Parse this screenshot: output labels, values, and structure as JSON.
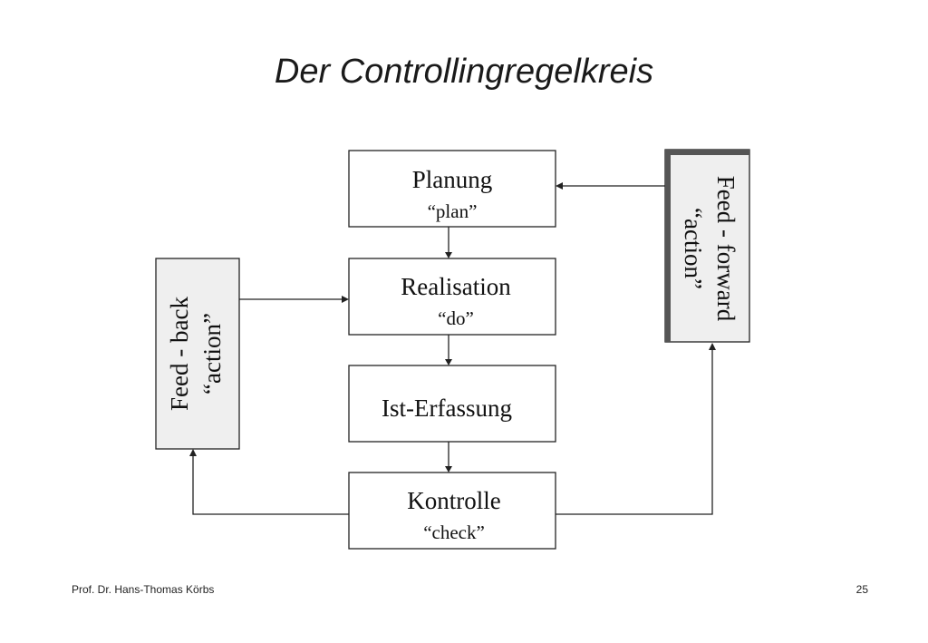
{
  "title": "Der Controllingregelkreis",
  "boxes": {
    "planung": {
      "label": "Planung",
      "sub": "“plan”"
    },
    "realisation": {
      "label": "Realisation",
      "sub": "“do”"
    },
    "ist": {
      "label": "Ist-Erfassung"
    },
    "kontrolle": {
      "label": "Kontrolle",
      "sub": "“check”"
    }
  },
  "feedback": {
    "label": "Feed - back",
    "sub": "“action”"
  },
  "feedforward": {
    "label": "Feed - forward",
    "sub": "“action”"
  },
  "footer": {
    "author": "Prof. Dr. Hans-Thomas Körbs",
    "page": "25"
  }
}
